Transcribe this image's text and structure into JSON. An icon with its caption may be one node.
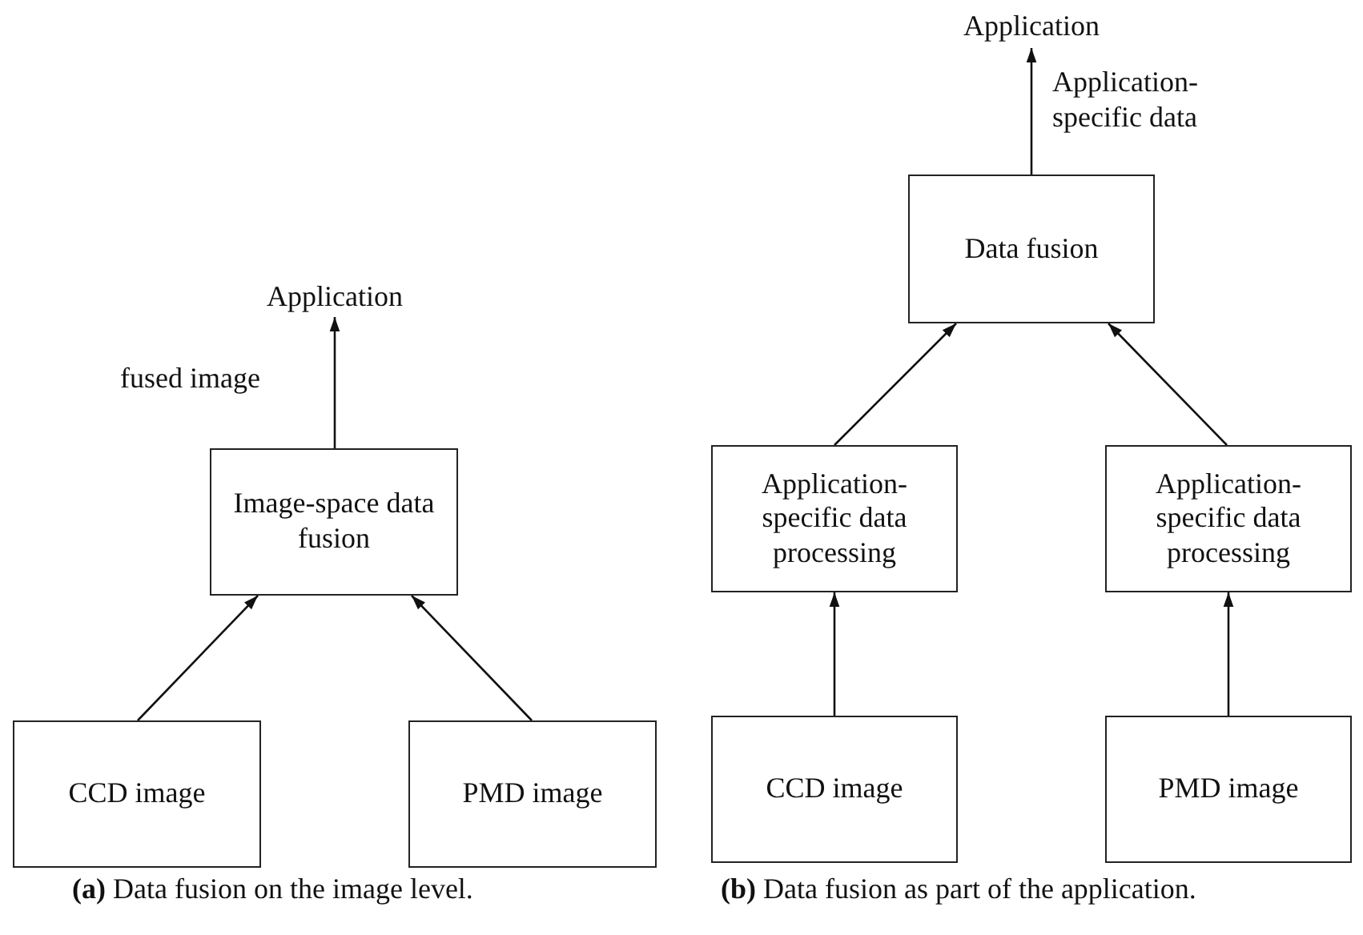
{
  "diagram": {
    "nodes": [
      {
        "text": [
          "Application"
        ]
      },
      {
        "text": [
          "Image-space data fusion"
        ]
      },
      {
        "text": [
          "CCD image"
        ]
      },
      {
        "text": [
          "PMD image"
        ]
      },
      {
        "text": [
          "Application"
        ]
      },
      {
        "text": [
          "Data fusion"
        ]
      },
      {
        "text": [
          "Application-specific data processing"
        ]
      },
      {
        "text": [
          "Application-specific data processing"
        ]
      },
      {
        "text": [
          "CCD image"
        ]
      },
      {
        "text": [
          "PMD image"
        ]
      }
    ],
    "edges": [
      {
        "from": 1,
        "to": 0,
        "arrow": "to",
        "label": "fused image"
      },
      {
        "from": 2,
        "to": 1,
        "arrow": "to"
      },
      {
        "from": 3,
        "to": 1,
        "arrow": "to"
      },
      {
        "from": 5,
        "to": 4,
        "arrow": "to",
        "label": "Application-specific data"
      },
      {
        "from": 6,
        "to": 5,
        "arrow": "to"
      },
      {
        "from": 7,
        "to": 5,
        "arrow": "to"
      },
      {
        "from": 8,
        "to": 6,
        "arrow": "to"
      },
      {
        "from": 9,
        "to": 7,
        "arrow": "to"
      }
    ],
    "labels": [
      "**(a)** Data fusion on the image level.",
      "**(b)** Data fusion as part of the application."
    ]
  }
}
